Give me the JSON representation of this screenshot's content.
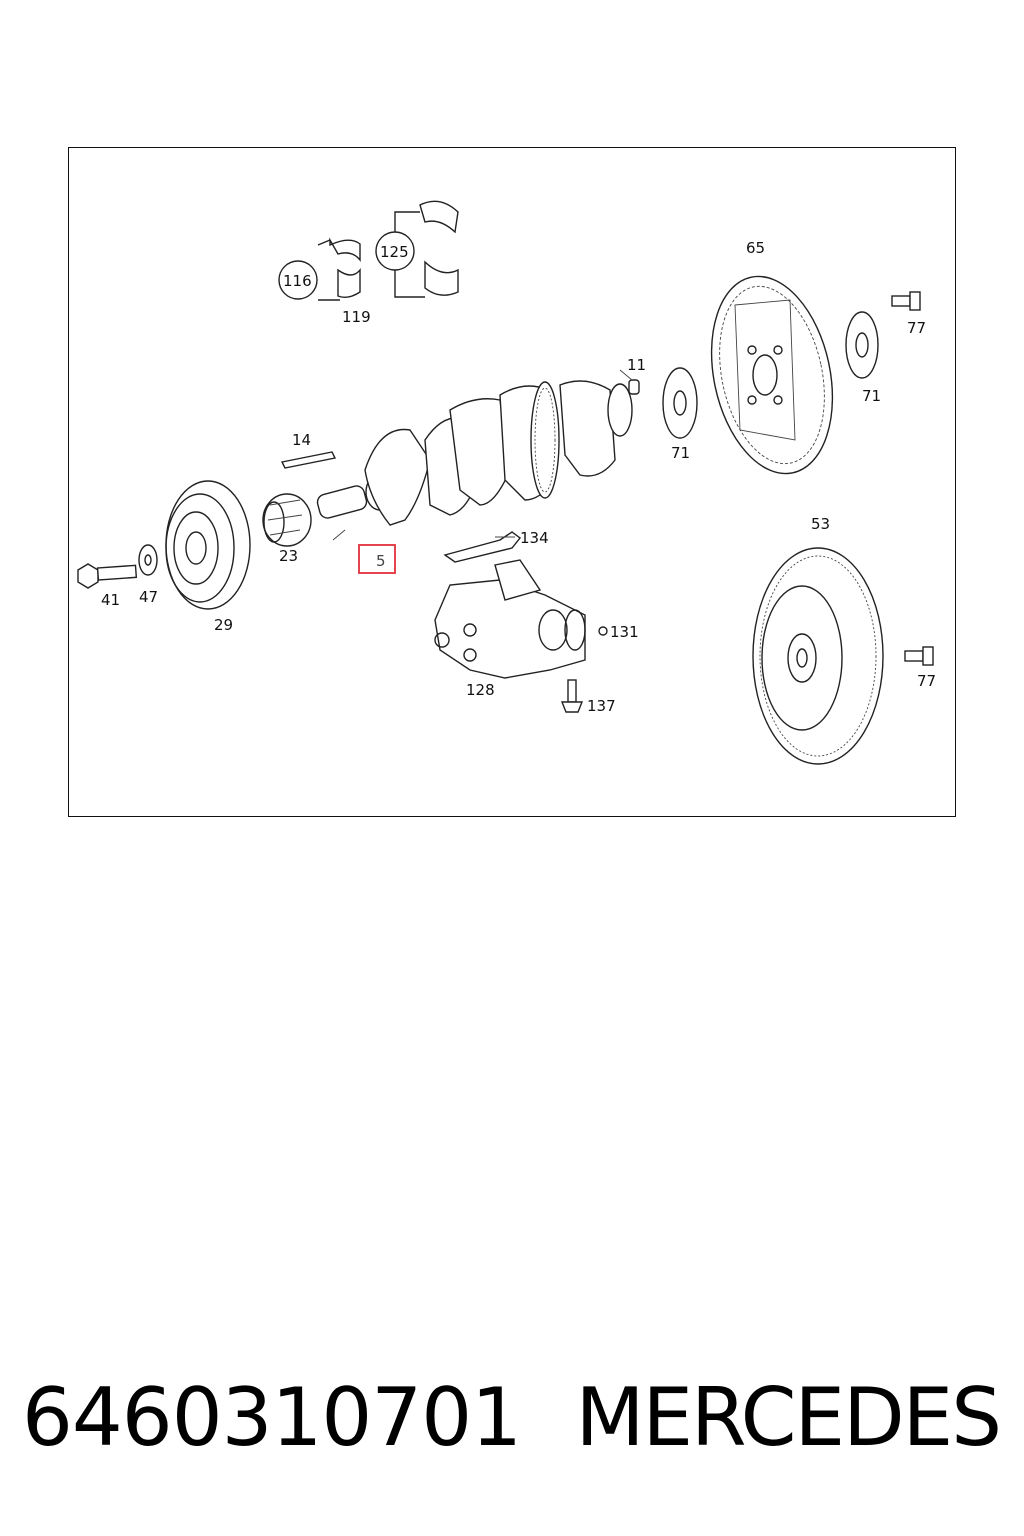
{
  "diagram": {
    "callouts": {
      "c116": "116",
      "c125": "125",
      "c119": "119",
      "c65": "65",
      "c77a": "77",
      "c11": "11",
      "c71a": "71",
      "c71b": "71",
      "c14": "14",
      "c134": "134",
      "c23": "23",
      "c29": "29",
      "c41": "41",
      "c47": "47",
      "c5": "5",
      "c53": "53",
      "c77b": "77",
      "c131": "131",
      "c128": "128",
      "c137": "137"
    },
    "highlight_color": "#e0303a"
  },
  "footer": {
    "part_number": "6460310701",
    "brand": "MERCEDES"
  }
}
